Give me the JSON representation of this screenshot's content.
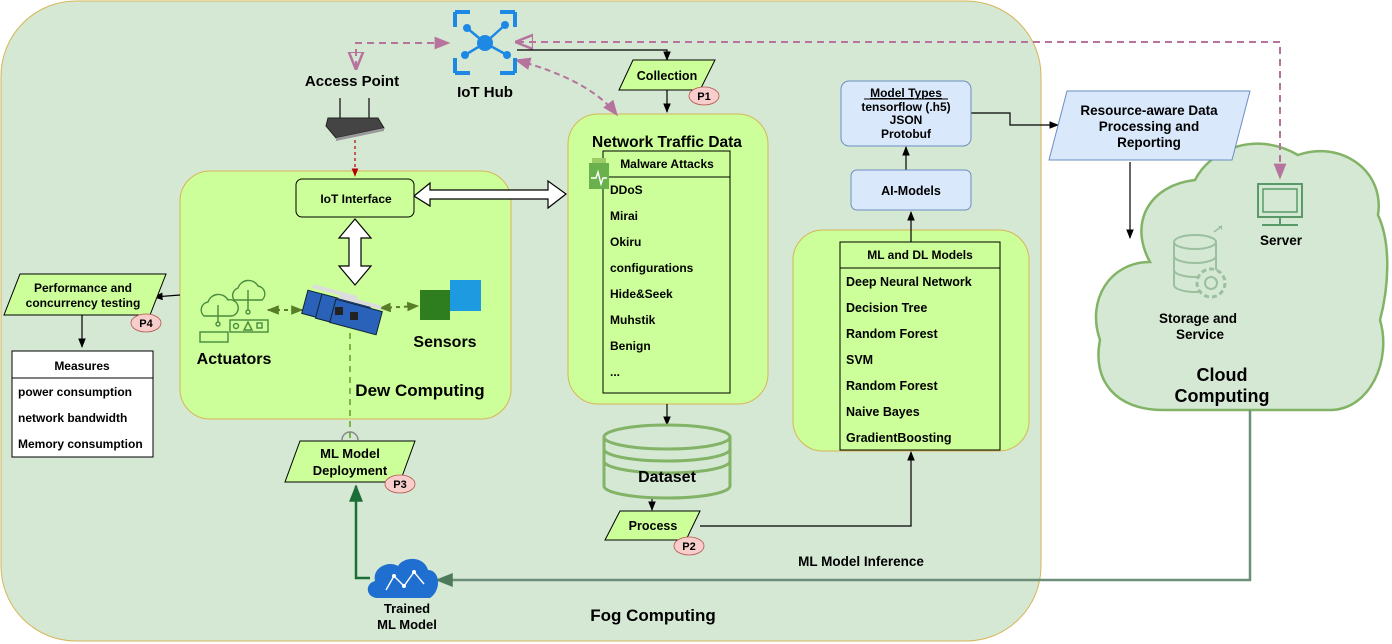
{
  "labels": {
    "access_point": "Access Point",
    "iot_hub": "IoT Hub",
    "collection": "Collection",
    "network_traffic_data": "Network Traffic Data",
    "iot_interface": "IoT Interface",
    "actuators": "Actuators",
    "sensors": "Sensors",
    "dew_computing": "Dew Computing",
    "dataset": "Dataset",
    "process": "Process",
    "performance_line1": "Performance and",
    "performance_line2": "concurrency testing",
    "ml_deploy_line1": "ML Model",
    "ml_deploy_line2": "Deployment",
    "trained_line1": "Trained",
    "trained_line2": "ML Model",
    "fog_computing": "Fog Computing",
    "ml_inference": "ML Model Inference",
    "ai_models": "AI-Models",
    "resource_line1": "Resource-aware Data",
    "resource_line2": "Processing and",
    "resource_line3": "Reporting",
    "server": "Server",
    "storage_line1": "Storage and",
    "storage_line2": "Service",
    "cloud_line1": "Cloud",
    "cloud_line2": "Computing"
  },
  "badges": {
    "p1": "P1",
    "p2": "P2",
    "p3": "P3",
    "p4": "P4"
  },
  "malware": {
    "title": "Malware Attacks",
    "items": [
      "DDoS",
      "Mirai",
      "Okiru",
      "configurations",
      "Hide&Seek",
      "Muhstik",
      "Benign",
      "..."
    ]
  },
  "models": {
    "title": "ML and DL Models",
    "items": [
      "Deep Neural Network",
      "Decision Tree",
      "Random Forest",
      "SVM",
      "Random Forest",
      "Naive Bayes",
      "GradientBoosting"
    ]
  },
  "measures": {
    "title": "Measures",
    "items": [
      "power consumption",
      "network bandwidth",
      "Memory consumption"
    ]
  },
  "model_types": {
    "title": "Model Types",
    "items": [
      "tensorflow (.h5)",
      "JSON",
      "Protobuf"
    ]
  },
  "colors": {
    "fog_bg": "#d5e8d4",
    "green_box": "#ccff99",
    "green_border": "#d6b656",
    "blue_box": "#dae8fc",
    "blue_border": "#6c8ebf",
    "cloud_stroke": "#82b366",
    "badge": "#f8cecc",
    "dash_pink": "#b5739d",
    "dark_green": "#1b6e37",
    "gray_green": "#6d8f79"
  }
}
